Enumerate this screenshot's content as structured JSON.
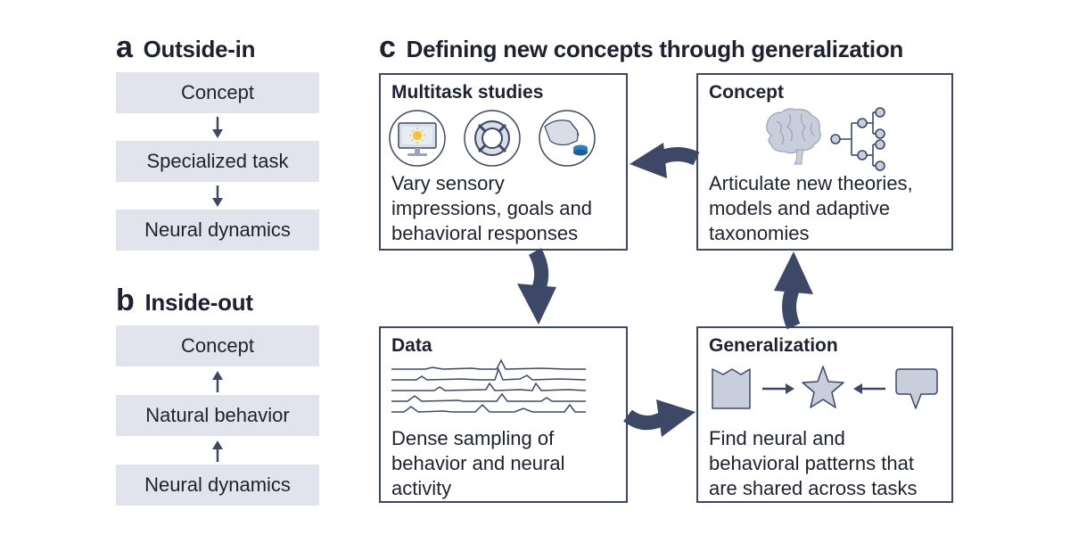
{
  "panel_a": {
    "letter": "a",
    "title": "Outside-in",
    "boxes": [
      "Concept",
      "Specialized task",
      "Neural dynamics"
    ]
  },
  "panel_b": {
    "letter": "b",
    "title": "Inside-out",
    "boxes": [
      "Concept",
      "Natural behavior",
      "Neural dynamics"
    ]
  },
  "panel_c": {
    "letter": "c",
    "title": "Defining new concepts through generalization",
    "multitask": {
      "title": "Multitask studies",
      "lines": [
        "Vary sensory",
        "impressions, goals and",
        "behavioral responses"
      ],
      "icons": [
        "monitor-sun-icon",
        "target-icon",
        "button-press-icon"
      ]
    },
    "concept": {
      "title": "Concept",
      "lines": [
        "Articulate new theories,",
        "models and adaptive",
        "taxonomies"
      ],
      "icons": [
        "brain-icon",
        "taxonomy-tree-icon"
      ]
    },
    "data": {
      "title": "Data",
      "lines": [
        "Dense sampling of",
        "behavior and neural",
        "activity"
      ],
      "icons": [
        "neural-traces-icon"
      ]
    },
    "generalization": {
      "title": "Generalization",
      "lines": [
        "Find neural and",
        "behavioral patterns that",
        "are shared across tasks"
      ],
      "icons": [
        "pentagon-shape-icon",
        "star-shape-icon",
        "speech-bubble-shape-icon"
      ]
    }
  },
  "colors": {
    "box_fill": "#e1e4ec",
    "card_border": "#3d4866",
    "arrow": "#3d4866",
    "text": "#1e2230",
    "icon_fill": "#c8cedb"
  }
}
